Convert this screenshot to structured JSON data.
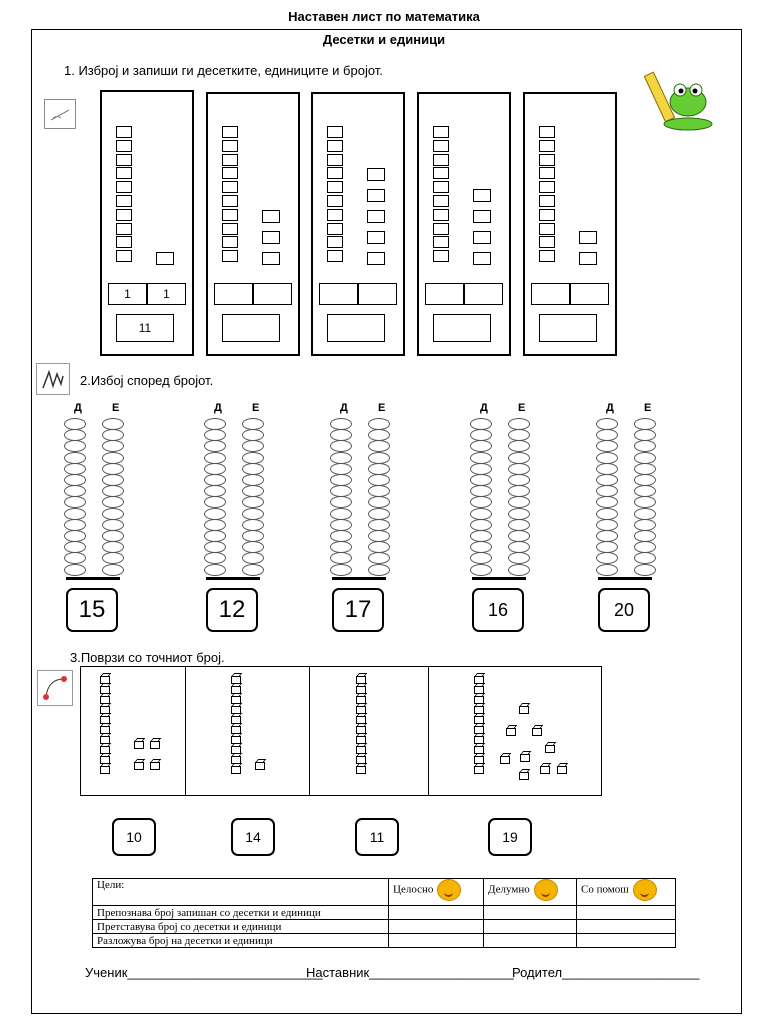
{
  "header": {
    "title": "Наставен лист по математика",
    "subtitle": "Десетки и единици"
  },
  "task1": {
    "instruction": "1. Изброј и запиши ги десетките, единиците и бројот.",
    "example": {
      "tens": "1",
      "ones": "1",
      "number": "11"
    },
    "columns": [
      {
        "tens_rods": 1,
        "ones": 1
      },
      {
        "tens_rods": 1,
        "ones": 3
      },
      {
        "tens_rods": 1,
        "ones": 5
      },
      {
        "tens_rods": 1,
        "ones": 4
      },
      {
        "tens_rods": 1,
        "ones": 2
      }
    ]
  },
  "task2": {
    "instruction": "2.Избој според бројот.",
    "label_tens": "Д",
    "label_ones": "Е",
    "numbers": [
      "15",
      "12",
      "17",
      "16",
      "20"
    ]
  },
  "task3": {
    "instruction": "3.Поврзи со точниот број.",
    "groups": [
      {
        "tens": 1,
        "ones": 4
      },
      {
        "tens": 1,
        "ones": 1
      },
      {
        "tens": 1,
        "ones": 0
      },
      {
        "tens": 1,
        "ones": 9
      }
    ],
    "answers": [
      "10",
      "14",
      "11",
      "19"
    ]
  },
  "goals": {
    "header": [
      "Цели:",
      "Целосно",
      "Делумно",
      "Со помош"
    ],
    "rows": [
      "Препознава број запишан со десетки и единици",
      "Претставува број со десетки и единици",
      "Разложува број на десетки и единици"
    ]
  },
  "footer": {
    "student": "Ученик___________________________",
    "teacher": "Наставник____________________",
    "parent": "Родител___________________"
  }
}
